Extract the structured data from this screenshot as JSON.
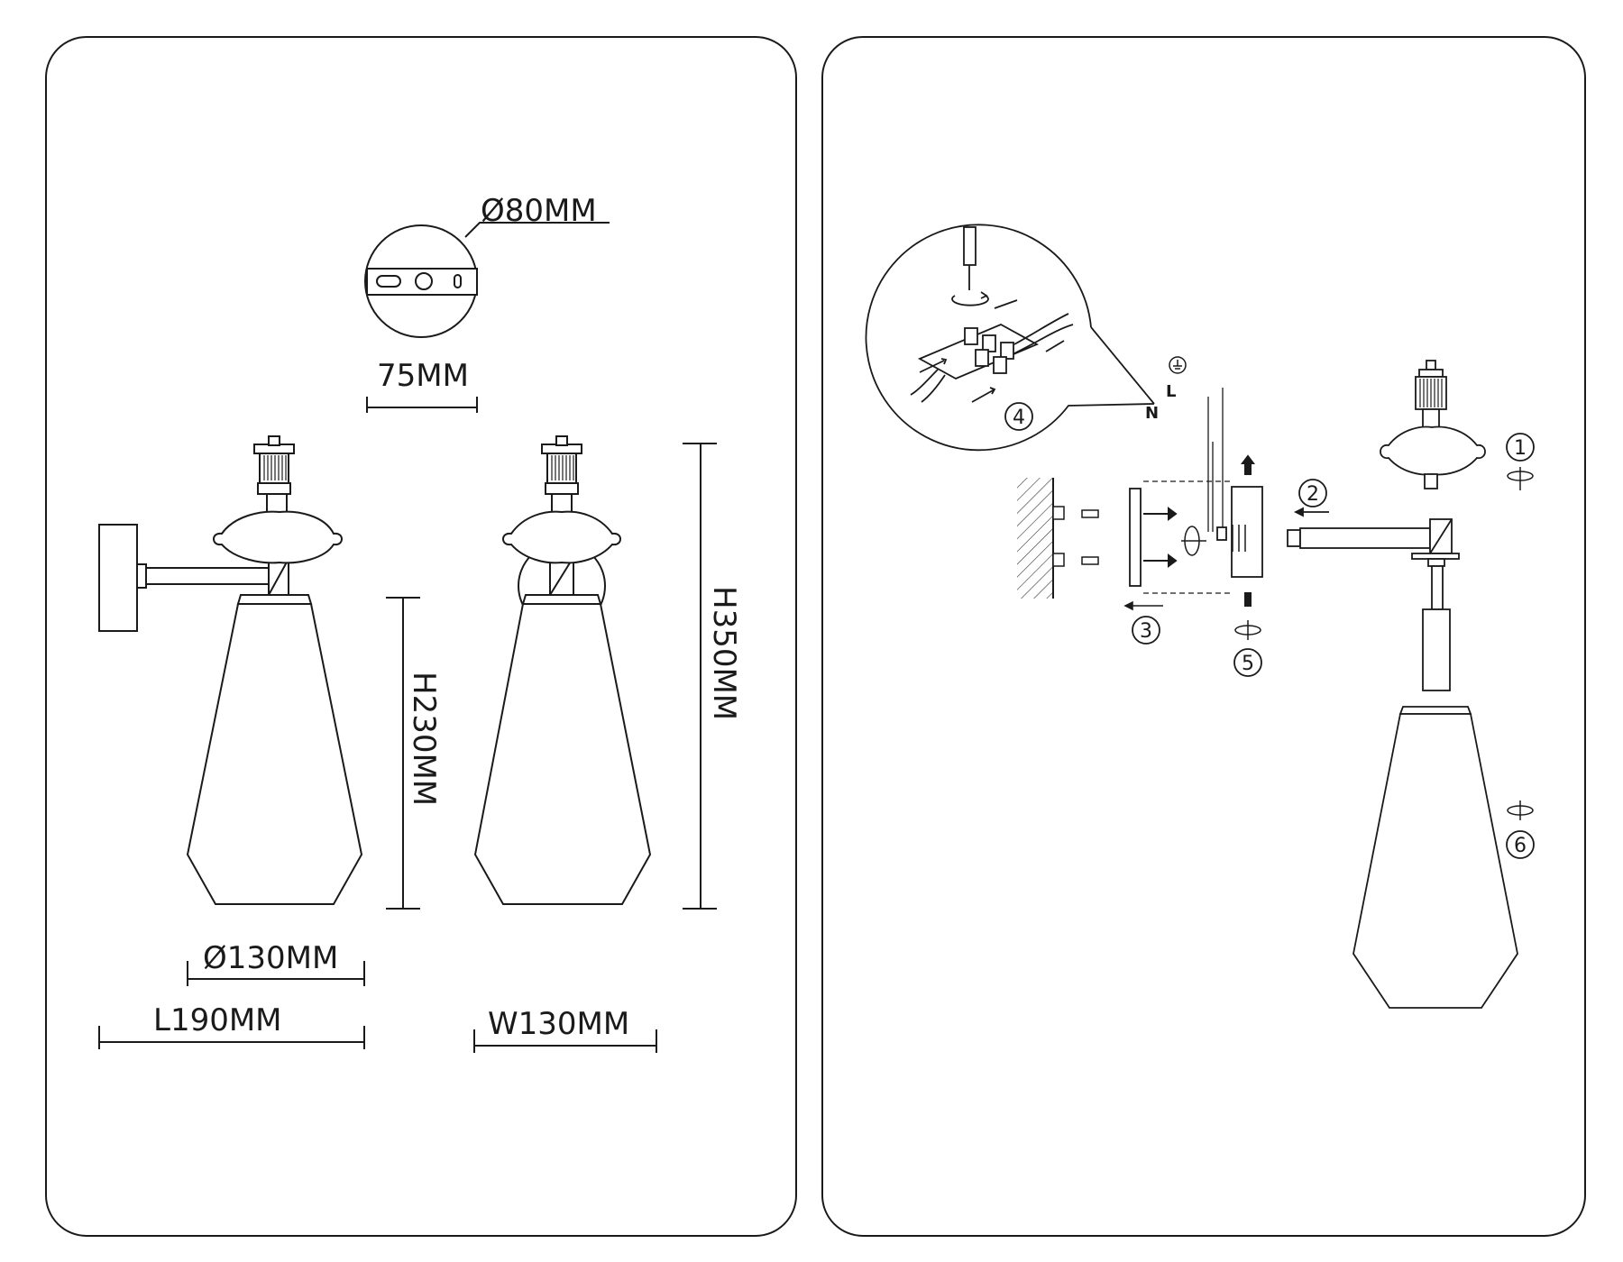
{
  "dimensions": {
    "plate_diameter": "Ø80MM",
    "hole_spacing": "75MM",
    "shade_diameter": "Ø130MM",
    "length": "L190MM",
    "width": "W130MM",
    "shade_height": "H230MM",
    "total_height": "H350MM"
  },
  "steps": [
    "1",
    "2",
    "3",
    "4",
    "5",
    "6"
  ],
  "wires": {
    "neutral": "N",
    "live": "L"
  }
}
